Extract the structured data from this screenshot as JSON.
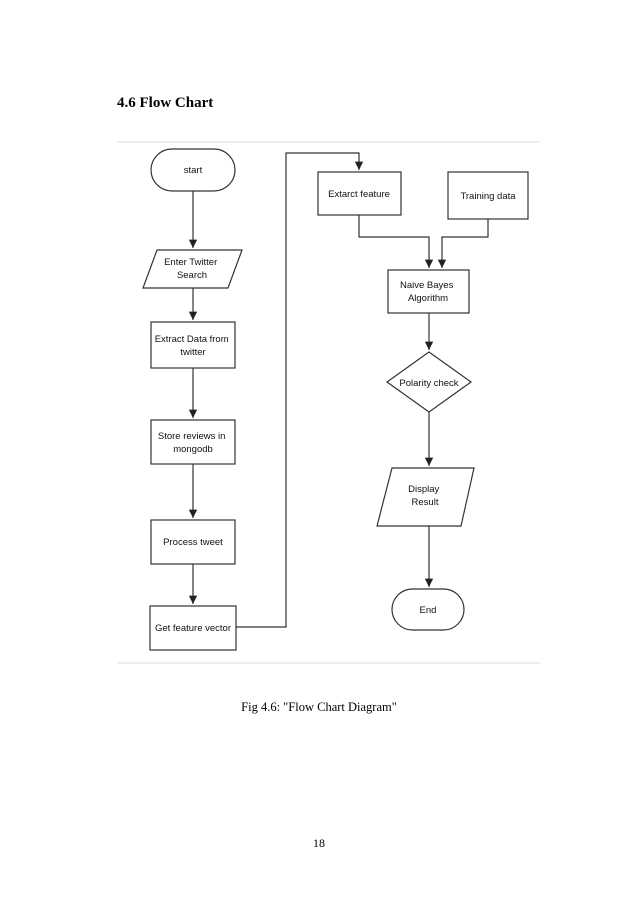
{
  "document": {
    "section_heading": "4.6 Flow Chart",
    "figure_caption": "Fig 4.6: \"Flow Chart Diagram\"",
    "page_number": "18"
  },
  "flowchart": {
    "nodes": {
      "start": {
        "lines": [
          "start"
        ]
      },
      "enter_search": {
        "lines": [
          "Enter Twitter",
          "Search"
        ]
      },
      "extract_data": {
        "lines": [
          "Extract Data from",
          "twitter"
        ]
      },
      "store_reviews": {
        "lines": [
          "Store reviews in",
          "mongodb"
        ]
      },
      "process_tweet": {
        "lines": [
          "Process tweet"
        ]
      },
      "feature_vector": {
        "lines": [
          "Get feature vector"
        ]
      },
      "extract_feature": {
        "lines": [
          "Extarct feature"
        ]
      },
      "training_data": {
        "lines": [
          "Training data"
        ]
      },
      "naive_bayes": {
        "lines": [
          "Naive Bayes",
          "Algorithm"
        ]
      },
      "polarity_check": {
        "lines": [
          "Polarity check"
        ]
      },
      "display_result": {
        "lines": [
          "Display",
          "Result"
        ]
      },
      "end": {
        "lines": [
          "End"
        ]
      }
    }
  }
}
